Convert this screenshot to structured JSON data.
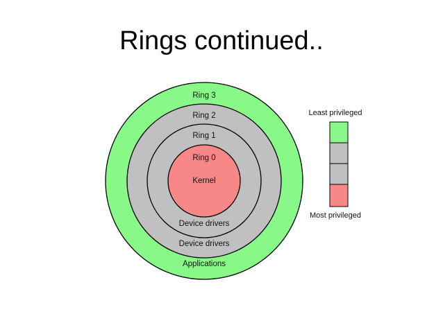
{
  "slide": {
    "title": "Rings continued.."
  },
  "diagram": {
    "rings": [
      {
        "name": "Ring 3",
        "content": "Applications",
        "color": "#88f888"
      },
      {
        "name": "Ring 2",
        "content": "Device drivers",
        "color": "#c0c0c0"
      },
      {
        "name": "Ring 1",
        "content": "Device drivers",
        "color": "#c0c0c0"
      },
      {
        "name": "Ring 0",
        "content": "Kernel",
        "color": "#f88888"
      }
    ],
    "legend": {
      "top_label": "Least privileged",
      "bottom_label": "Most privileged",
      "colors": [
        "#88f888",
        "#c0c0c0",
        "#c0c0c0",
        "#f88888"
      ]
    }
  }
}
